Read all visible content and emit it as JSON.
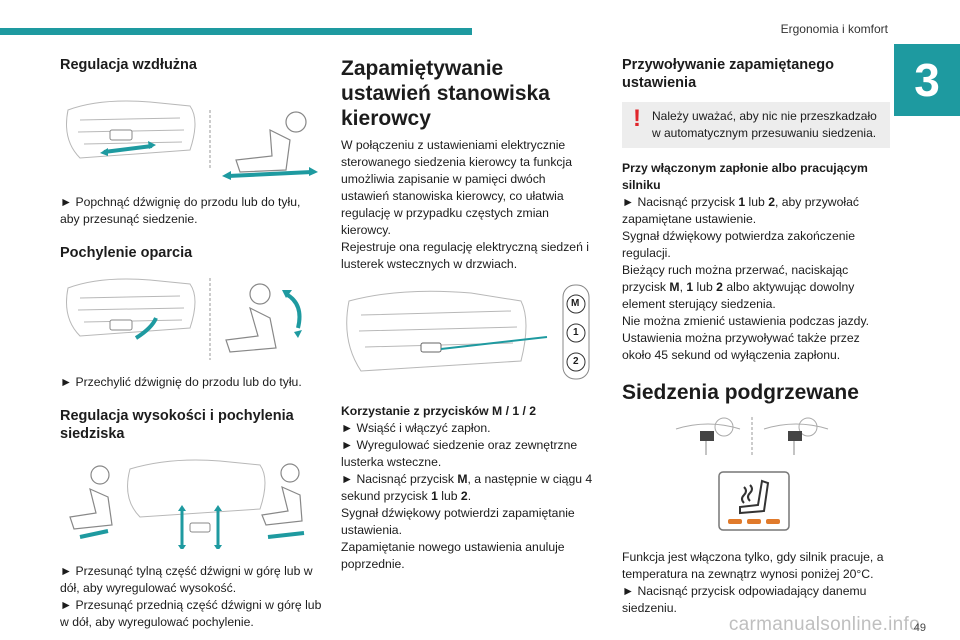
{
  "header": {
    "title": "Ergonomia i komfort",
    "chapter": "3",
    "page_number": "49",
    "watermark": "carmanualsonline.info"
  },
  "col1": {
    "h_wzdluzna": "Regulacja wzdłużna",
    "p_wzdluzna": "► Popchnąć dźwignię do przodu lub do tyłu, aby przesunąć siedzenie.",
    "h_oparcie": "Pochylenie oparcia",
    "p_oparcie": "► Przechylić dźwignię do przodu lub do tyłu.",
    "h_wysokosc": "Regulacja wysokości i pochylenia siedziska",
    "p_wysokosc_1": "► Przesunąć tylną część dźwigni w górę lub w dół, aby wyregulować wysokość.",
    "p_wysokosc_2": "► Przesunąć przednią część dźwigni w górę lub w dół, aby wyregulować pochylenie."
  },
  "col2": {
    "h_pamiec": "Zapamiętywanie ustawień stanowiska kierowcy",
    "p_pamiec_1": "W połączeniu z ustawieniami elektrycznie sterowanego siedzenia kierowcy ta funkcja umożliwia zapisanie w pamięci dwóch ustawień stanowiska kierowcy, co ułatwia regulację w przypadku częstych zmian kierowcy.",
    "p_pamiec_2": "Rejestruje ona regulację elektryczną siedzeń i lusterek wstecznych w drzwiach.",
    "buttons": [
      "M",
      "1",
      "2"
    ],
    "h_korzystanie": "Korzystanie z przycisków M / 1 / 2",
    "l1": "► Wsiąść i włączyć zapłon.",
    "l2": "► Wyregulować siedzenie oraz zewnętrzne lusterka wsteczne.",
    "l3_a": "► Nacisnąć przycisk ",
    "l3_b": "M",
    "l3_c": ", a następnie w ciągu 4 sekund przycisk ",
    "l3_d": "1",
    "l3_e": " lub ",
    "l3_f": "2",
    "l3_g": ".",
    "l4": "Sygnał dźwiękowy potwierdzi zapamiętanie ustawienia.",
    "l5": "Zapamiętanie nowego ustawienia anuluje poprzednie."
  },
  "col3": {
    "h_przywolywanie": "Przywoływanie zapamiętanego ustawienia",
    "warn_icon": "!",
    "warn": "Należy uważać, aby nic nie przeszkadzało w automatycznym przesuwaniu siedzenia.",
    "h_zaplon": "Przy włączonym zapłonie albo pracującym silniku",
    "r1_a": "► Nacisnąć przycisk ",
    "r1_b": "1",
    "r1_c": " lub ",
    "r1_d": "2",
    "r1_e": ", aby przywołać zapamiętane ustawienie.",
    "r2": "Sygnał dźwiękowy potwierdza zakończenie regulacji.",
    "r3_a": "Bieżący ruch można przerwać, naciskając przycisk ",
    "r3_b": "M",
    "r3_c": ", ",
    "r3_d": "1",
    "r3_e": " lub ",
    "r3_f": "2",
    "r3_g": " albo aktywując dowolny element sterujący siedzenia.",
    "r4": "Nie można zmienić ustawienia podczas jazdy.",
    "r5": "Ustawienia można przywoływać także przez około 45 sekund od wyłączenia zapłonu.",
    "h_podgrzewane": "Siedzenia podgrzewane",
    "p_podgrzewane_1": "Funkcja jest włączona tylko, gdy silnik pracuje, a temperatura na zewnątrz wynosi poniżej 20°C.",
    "p_podgrzewane_2": "► Nacisnąć przycisk odpowiadający danemu siedzeniu."
  },
  "colors": {
    "accent": "#1e9aa0",
    "warning": "#e0252b",
    "heat": "#e07a2b"
  }
}
